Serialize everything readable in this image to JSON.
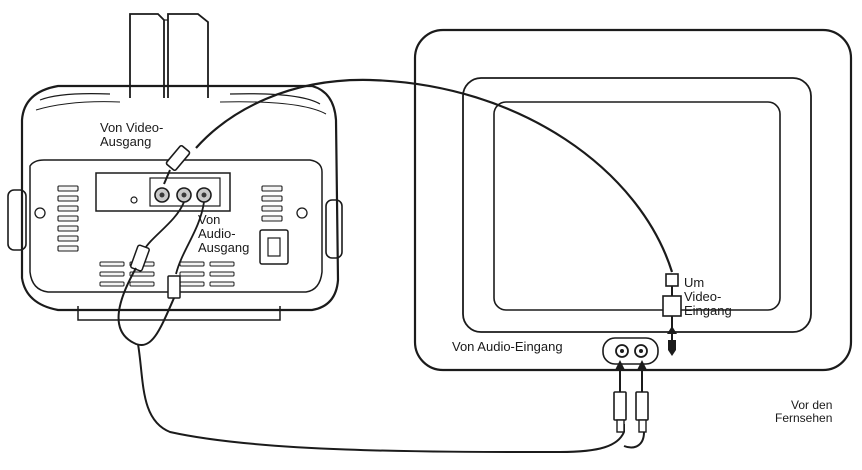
{
  "labels": {
    "video_out": "Von Video-\nAusgang",
    "audio_out": "Von\nAudio-\nAusgang",
    "video_in": "Um\nVideo-\nEingang",
    "audio_in": "Von Audio-Eingang",
    "front_tv": "Vor den\nFernsehen"
  },
  "colors": {
    "line": "#1b1b1b",
    "fill_light": "#f4f4f4",
    "fill_mid": "#c9c9c9",
    "fill_dark": "#3a3a3a"
  }
}
